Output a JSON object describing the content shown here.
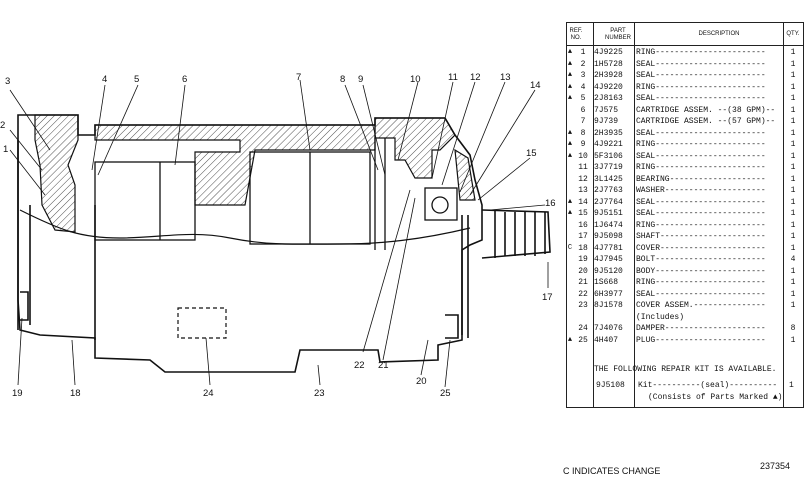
{
  "table": {
    "headers": {
      "ref": "REF. NO.",
      "part": "PART NUMBER",
      "desc": "DESCRIPTION",
      "qty": "QTY."
    },
    "rows": [
      {
        "mark": "▲",
        "ref": "1",
        "part": "4J9225",
        "desc": "RING-----------------------",
        "qty": "1"
      },
      {
        "mark": "▲",
        "ref": "2",
        "part": "1H5728",
        "desc": "SEAL-----------------------",
        "qty": "1"
      },
      {
        "mark": "▲",
        "ref": "3",
        "part": "2H3928",
        "desc": "SEAL-----------------------",
        "qty": "1"
      },
      {
        "mark": "▲",
        "ref": "4",
        "part": "4J9220",
        "desc": "RING-----------------------",
        "qty": "1"
      },
      {
        "mark": "▲",
        "ref": "5",
        "part": "2J8163",
        "desc": "SEAL-----------------------",
        "qty": "1"
      },
      {
        "mark": "",
        "ref": "6",
        "part": "7J575",
        "desc": "CARTRIDGE ASSEM. --(38 GPM)--",
        "qty": "1"
      },
      {
        "mark": "",
        "ref": "7",
        "part": "9J739",
        "desc": "CARTRIDGE ASSEM. --(57 GPM)--",
        "qty": "1"
      },
      {
        "mark": "▲",
        "ref": "8",
        "part": "2H3935",
        "desc": "SEAL-----------------------",
        "qty": "1"
      },
      {
        "mark": "▲",
        "ref": "9",
        "part": "4J9221",
        "desc": "RING-----------------------",
        "qty": "1"
      },
      {
        "mark": "▲",
        "ref": "10",
        "part": "5F3106",
        "desc": "SEAL-----------------------",
        "qty": "1"
      },
      {
        "mark": "",
        "ref": "11",
        "part": "3J7719",
        "desc": "RING-----------------------",
        "qty": "1"
      },
      {
        "mark": "",
        "ref": "12",
        "part": "3L1425",
        "desc": "BEARING--------------------",
        "qty": "1"
      },
      {
        "mark": "",
        "ref": "13",
        "part": "2J7763",
        "desc": "WASHER---------------------",
        "qty": "1"
      },
      {
        "mark": "▲",
        "ref": "14",
        "part": "2J7764",
        "desc": "SEAL-----------------------",
        "qty": "1"
      },
      {
        "mark": "▲",
        "ref": "15",
        "part": "9J5151",
        "desc": "SEAL-----------------------",
        "qty": "1"
      },
      {
        "mark": "",
        "ref": "16",
        "part": "1J6474",
        "desc": "RING-----------------------",
        "qty": "1"
      },
      {
        "mark": "",
        "ref": "17",
        "part": "9J5098",
        "desc": "SHAFT----------------------",
        "qty": "1"
      },
      {
        "mark": "C",
        "ref": "18",
        "part": "4J7781",
        "desc": "COVER----------------------",
        "qty": "1"
      },
      {
        "mark": "",
        "ref": "19",
        "part": "4J7945",
        "desc": "BOLT-----------------------",
        "qty": "4"
      },
      {
        "mark": "",
        "ref": "20",
        "part": "9J5120",
        "desc": "BODY-----------------------",
        "qty": "1"
      },
      {
        "mark": "",
        "ref": "21",
        "part": "1S668",
        "desc": "RING-----------------------",
        "qty": "1"
      },
      {
        "mark": "",
        "ref": "22",
        "part": "6H3977",
        "desc": "SEAL-----------------------",
        "qty": "1"
      },
      {
        "mark": "",
        "ref": "23",
        "part": "8J1578",
        "desc": "COVER ASSEM.---------------",
        "qty": "1"
      },
      {
        "mark": "",
        "ref": "",
        "part": "",
        "desc": "(Includes)",
        "qty": ""
      },
      {
        "mark": "",
        "ref": "24",
        "part": "7J4076",
        "desc": "DAMPER---------------------",
        "qty": "8"
      },
      {
        "mark": "▲",
        "ref": "25",
        "part": "4H407",
        "desc": "PLUG-----------------------",
        "qty": "1"
      }
    ],
    "repair_note": "THE FOLLOWING REPAIR KIT IS AVAILABLE.",
    "kit": {
      "part": "9J5108",
      "desc": "Kit----------(seal)----------",
      "qty": "1"
    },
    "kit_note": "(Consists of Parts Marked ▲)"
  },
  "footer": {
    "change_note": "C INDICATES CHANGE",
    "figure_number": "237354"
  },
  "callouts": [
    "1",
    "2",
    "3",
    "4",
    "5",
    "6",
    "7",
    "8",
    "9",
    "10",
    "11",
    "12",
    "13",
    "14",
    "15",
    "16",
    "17",
    "18",
    "19",
    "20",
    "21",
    "22",
    "23",
    "24",
    "25"
  ]
}
